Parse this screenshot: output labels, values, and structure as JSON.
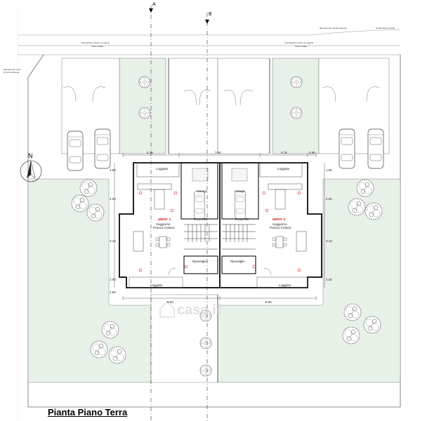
{
  "title": "Pianta Piano Terra",
  "north_label": "N",
  "section_markers": [
    "A",
    "B"
  ],
  "annotations": {
    "marciapiede_left": "marciapiede privato di progetto",
    "marciapiede_left_sub": "fronte strada",
    "marciapiede_right": "marciapiede privato di progetto",
    "marciapiede_right_sub": "fronte strada",
    "top_right_1": "allineamento strada esistente",
    "top_right_2": "strada bianca strada",
    "left_note_1": "allineamento muro",
    "left_note_2": "di cinta esistente"
  },
  "dimensions": {
    "top": [
      "4.75",
      "7.50",
      "4.75",
      "0.80"
    ],
    "bottom": [
      "8.60",
      "8.60"
    ],
    "left": [
      "1.60",
      "4.00",
      "3.10",
      "2.00",
      "1.60"
    ],
    "right": [
      "1.60",
      "4.00",
      "3.10",
      "2.00"
    ]
  },
  "rooms": {
    "loggiato_top_left": "Loggiato",
    "loggiato_top_right": "Loggiato",
    "garage_left": "Garage",
    "garage_right": "Garage",
    "unita_1": "UNITA' 1",
    "unita_2": "UNITA' 2",
    "soggiorno_left": "Soggiorno",
    "soggiorno_left_sub": "Pranzo-Cottura",
    "soggiorno_right": "Soggiorno",
    "soggiorno_right_sub": "Pranzo-Cottura",
    "ripostiglio_left": "Ripostiglio",
    "ripostiglio_right": "Ripostiglio",
    "loggiato_bottom_left": "Loggiato",
    "loggiato_bottom_right": "Loggiato",
    "porta_left": "Porta REI",
    "porta_right": "Porta REI"
  },
  "watermark": "casa.it"
}
